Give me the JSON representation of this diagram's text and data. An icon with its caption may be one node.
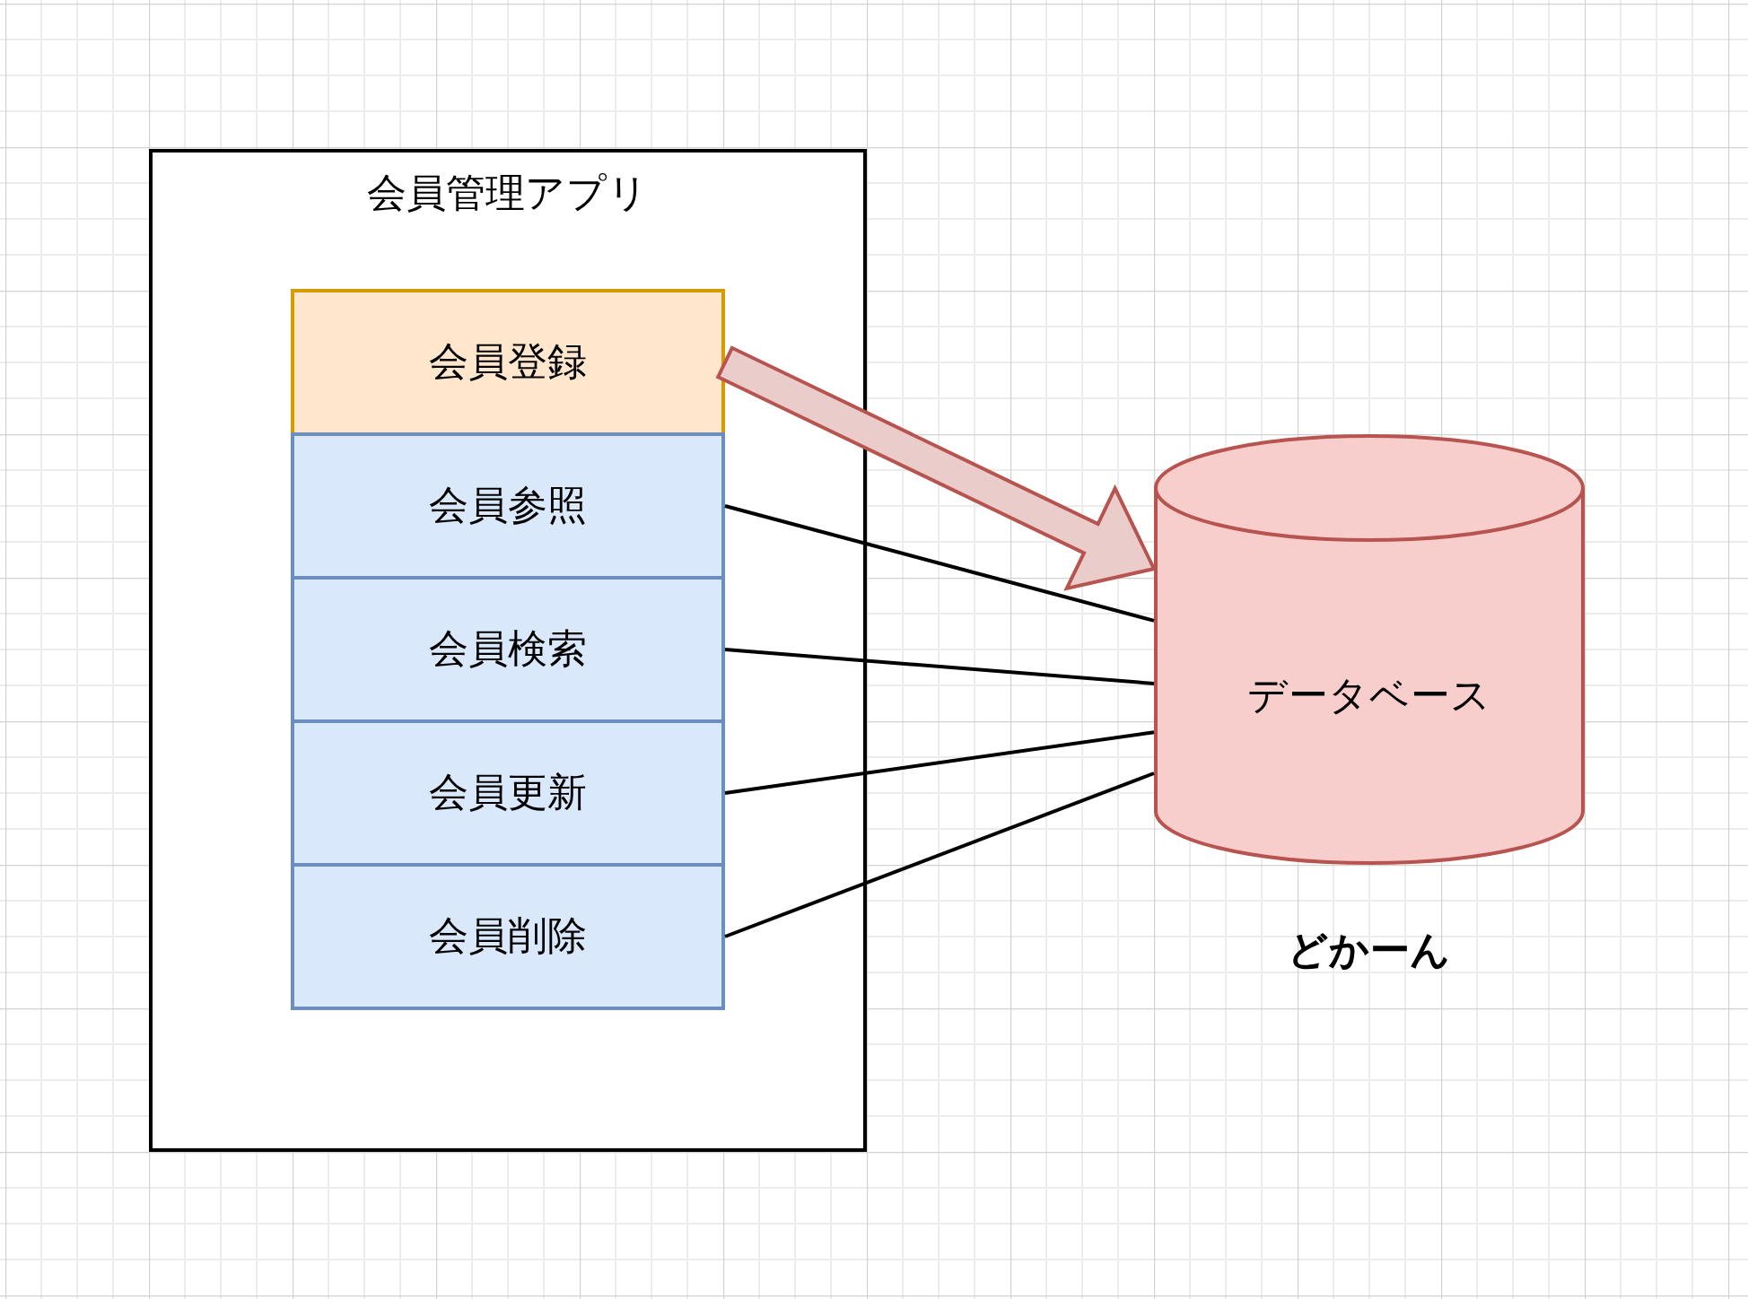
{
  "diagram": {
    "nodes": [
      {
        "text": [
          "会員管理アプリ"
        ]
      },
      {
        "text": [
          "会員登録"
        ],
        "in": 0
      },
      {
        "text": [
          "会員参照"
        ],
        "in": 0
      },
      {
        "text": [
          "会員検索"
        ],
        "in": 0
      },
      {
        "text": [
          "会員更新"
        ],
        "in": 0
      },
      {
        "text": [
          "会員削除"
        ],
        "in": 0
      },
      {
        "text": [
          "データベース"
        ],
        "beside": [
          "どかーん"
        ]
      }
    ],
    "edges": [
      {
        "from": 1,
        "to": 6,
        "arrow": "to",
        "style": "thick",
        "color": "#b85450"
      },
      {
        "from": 2,
        "to": 6,
        "arrow": "none"
      },
      {
        "from": 3,
        "to": 6,
        "arrow": "none"
      },
      {
        "from": 4,
        "to": 6,
        "arrow": "none"
      },
      {
        "from": 5,
        "to": 6,
        "arrow": "none"
      }
    ]
  }
}
